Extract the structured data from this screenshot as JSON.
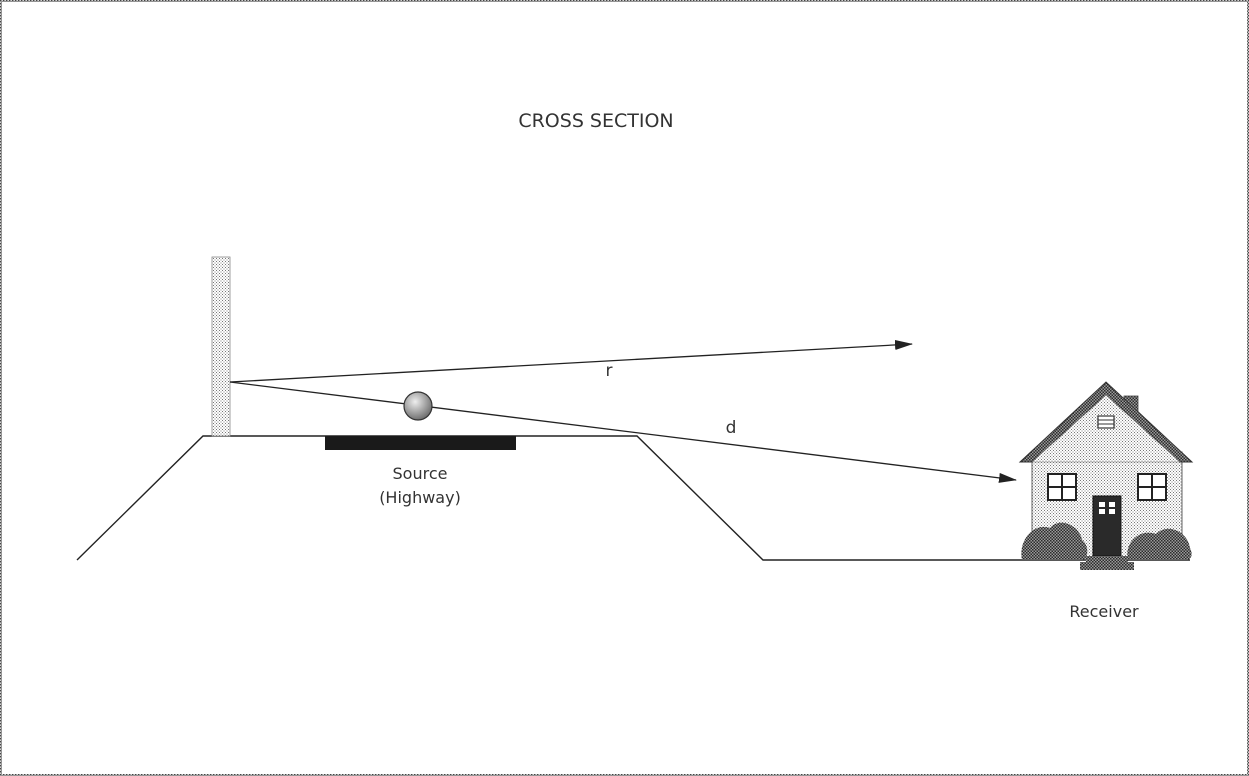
{
  "title": "CROSS SECTION",
  "labels": {
    "ray_reflected": "r",
    "ray_direct": "d",
    "source_line1": "Source",
    "source_line2": "(Highway)",
    "receiver": "Receiver"
  }
}
